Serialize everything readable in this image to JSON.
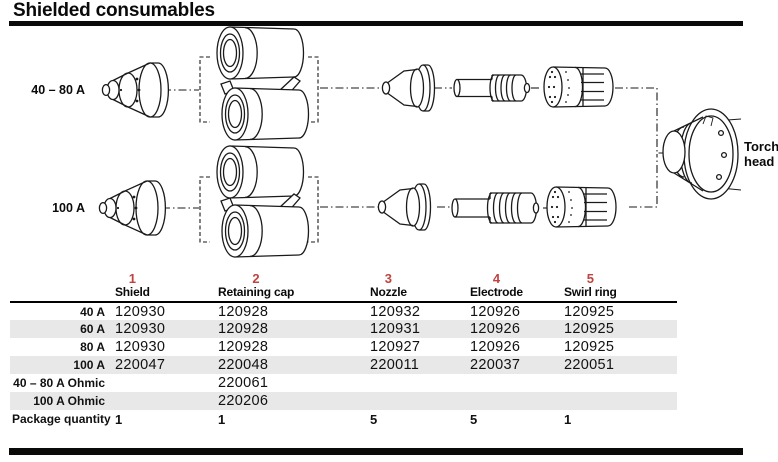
{
  "page": {
    "title": "Shielded consumables"
  },
  "diagram": {
    "row_labels": [
      "40 – 80 A",
      "100 A"
    ],
    "torch_head_lines": [
      "Torch",
      "head"
    ],
    "part_names": [
      "shield",
      "retaining-cap",
      "nozzle",
      "electrode",
      "swirl-ring",
      "torch-head"
    ]
  },
  "table": {
    "columns": [
      {
        "number": "1",
        "label": "Shield"
      },
      {
        "number": "2",
        "label": "Retaining cap"
      },
      {
        "number": "3",
        "label": "Nozzle"
      },
      {
        "number": "4",
        "label": "Electrode"
      },
      {
        "number": "5",
        "label": "Swirl ring"
      }
    ],
    "rows": [
      {
        "label": "40 A",
        "values": [
          "120930",
          "120928",
          "120932",
          "120926",
          "120925"
        ]
      },
      {
        "label": "60 A",
        "values": [
          "120930",
          "120928",
          "120931",
          "120926",
          "120925"
        ]
      },
      {
        "label": "80 A",
        "values": [
          "120930",
          "120928",
          "120927",
          "120926",
          "120925"
        ]
      },
      {
        "label": "100 A",
        "values": [
          "220047",
          "220048",
          "220011",
          "220037",
          "220051"
        ]
      },
      {
        "label": "40 – 80 A Ohmic",
        "values": [
          "",
          "220061",
          "",
          "",
          ""
        ]
      },
      {
        "label": "100 A Ohmic",
        "values": [
          "",
          "220206",
          "",
          "",
          ""
        ]
      },
      {
        "label": "Package quantity",
        "values": [
          "1",
          "1",
          "5",
          "5",
          "1"
        ]
      }
    ]
  },
  "colors": {
    "accent_red": "#bf4340",
    "stripe_gray": "#e8e8e8",
    "ink": "#0a0a0a"
  }
}
